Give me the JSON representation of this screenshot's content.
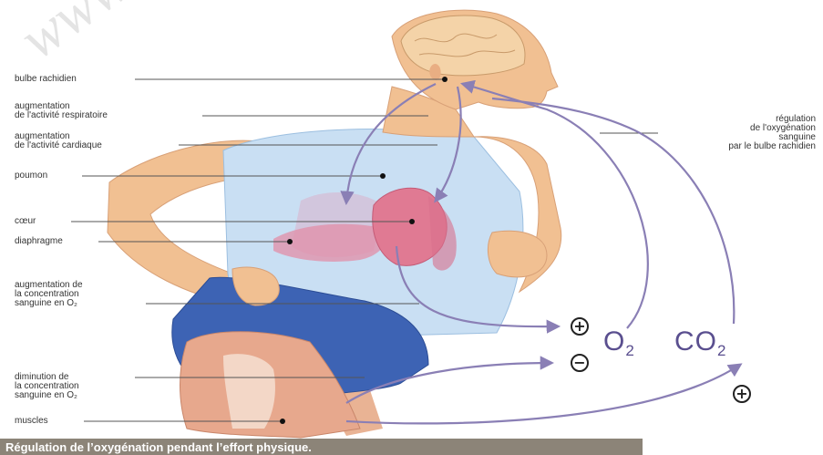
{
  "watermark": "www.ecol",
  "labels": {
    "bulbe": "bulbe rachidien",
    "resp": "augmentation\nde l'activité respiratoire",
    "card": "augmentation\nde l'activité cardiaque",
    "poumon": "poumon",
    "coeur": "cœur",
    "diaphragme": "diaphragme",
    "augconc": "augmentation de\nla concentration\nsanguine en O₂",
    "dimconc": "diminution de\nla concentration\nsanguine en O₂",
    "muscles": "muscles",
    "regulation": "régulation\nde l'oxygénation\nsanguine\npar le bulbe rachidien"
  },
  "gases": {
    "o2": "O",
    "o2_sub": "2",
    "co2": "CO",
    "co2_sub": "2"
  },
  "signs": {
    "plus": "+",
    "minus": "−"
  },
  "caption": "Régulation de l’oxygénation pendant l’effort physique.",
  "colors": {
    "arrow": "#8a7fb5",
    "skin": "#f1c092",
    "shirt": "#c9dff3",
    "shorts": "#3d63b4",
    "muscle": "#e7a88d",
    "organs": "#e28ea7",
    "caption_bar": "#8c8478"
  }
}
